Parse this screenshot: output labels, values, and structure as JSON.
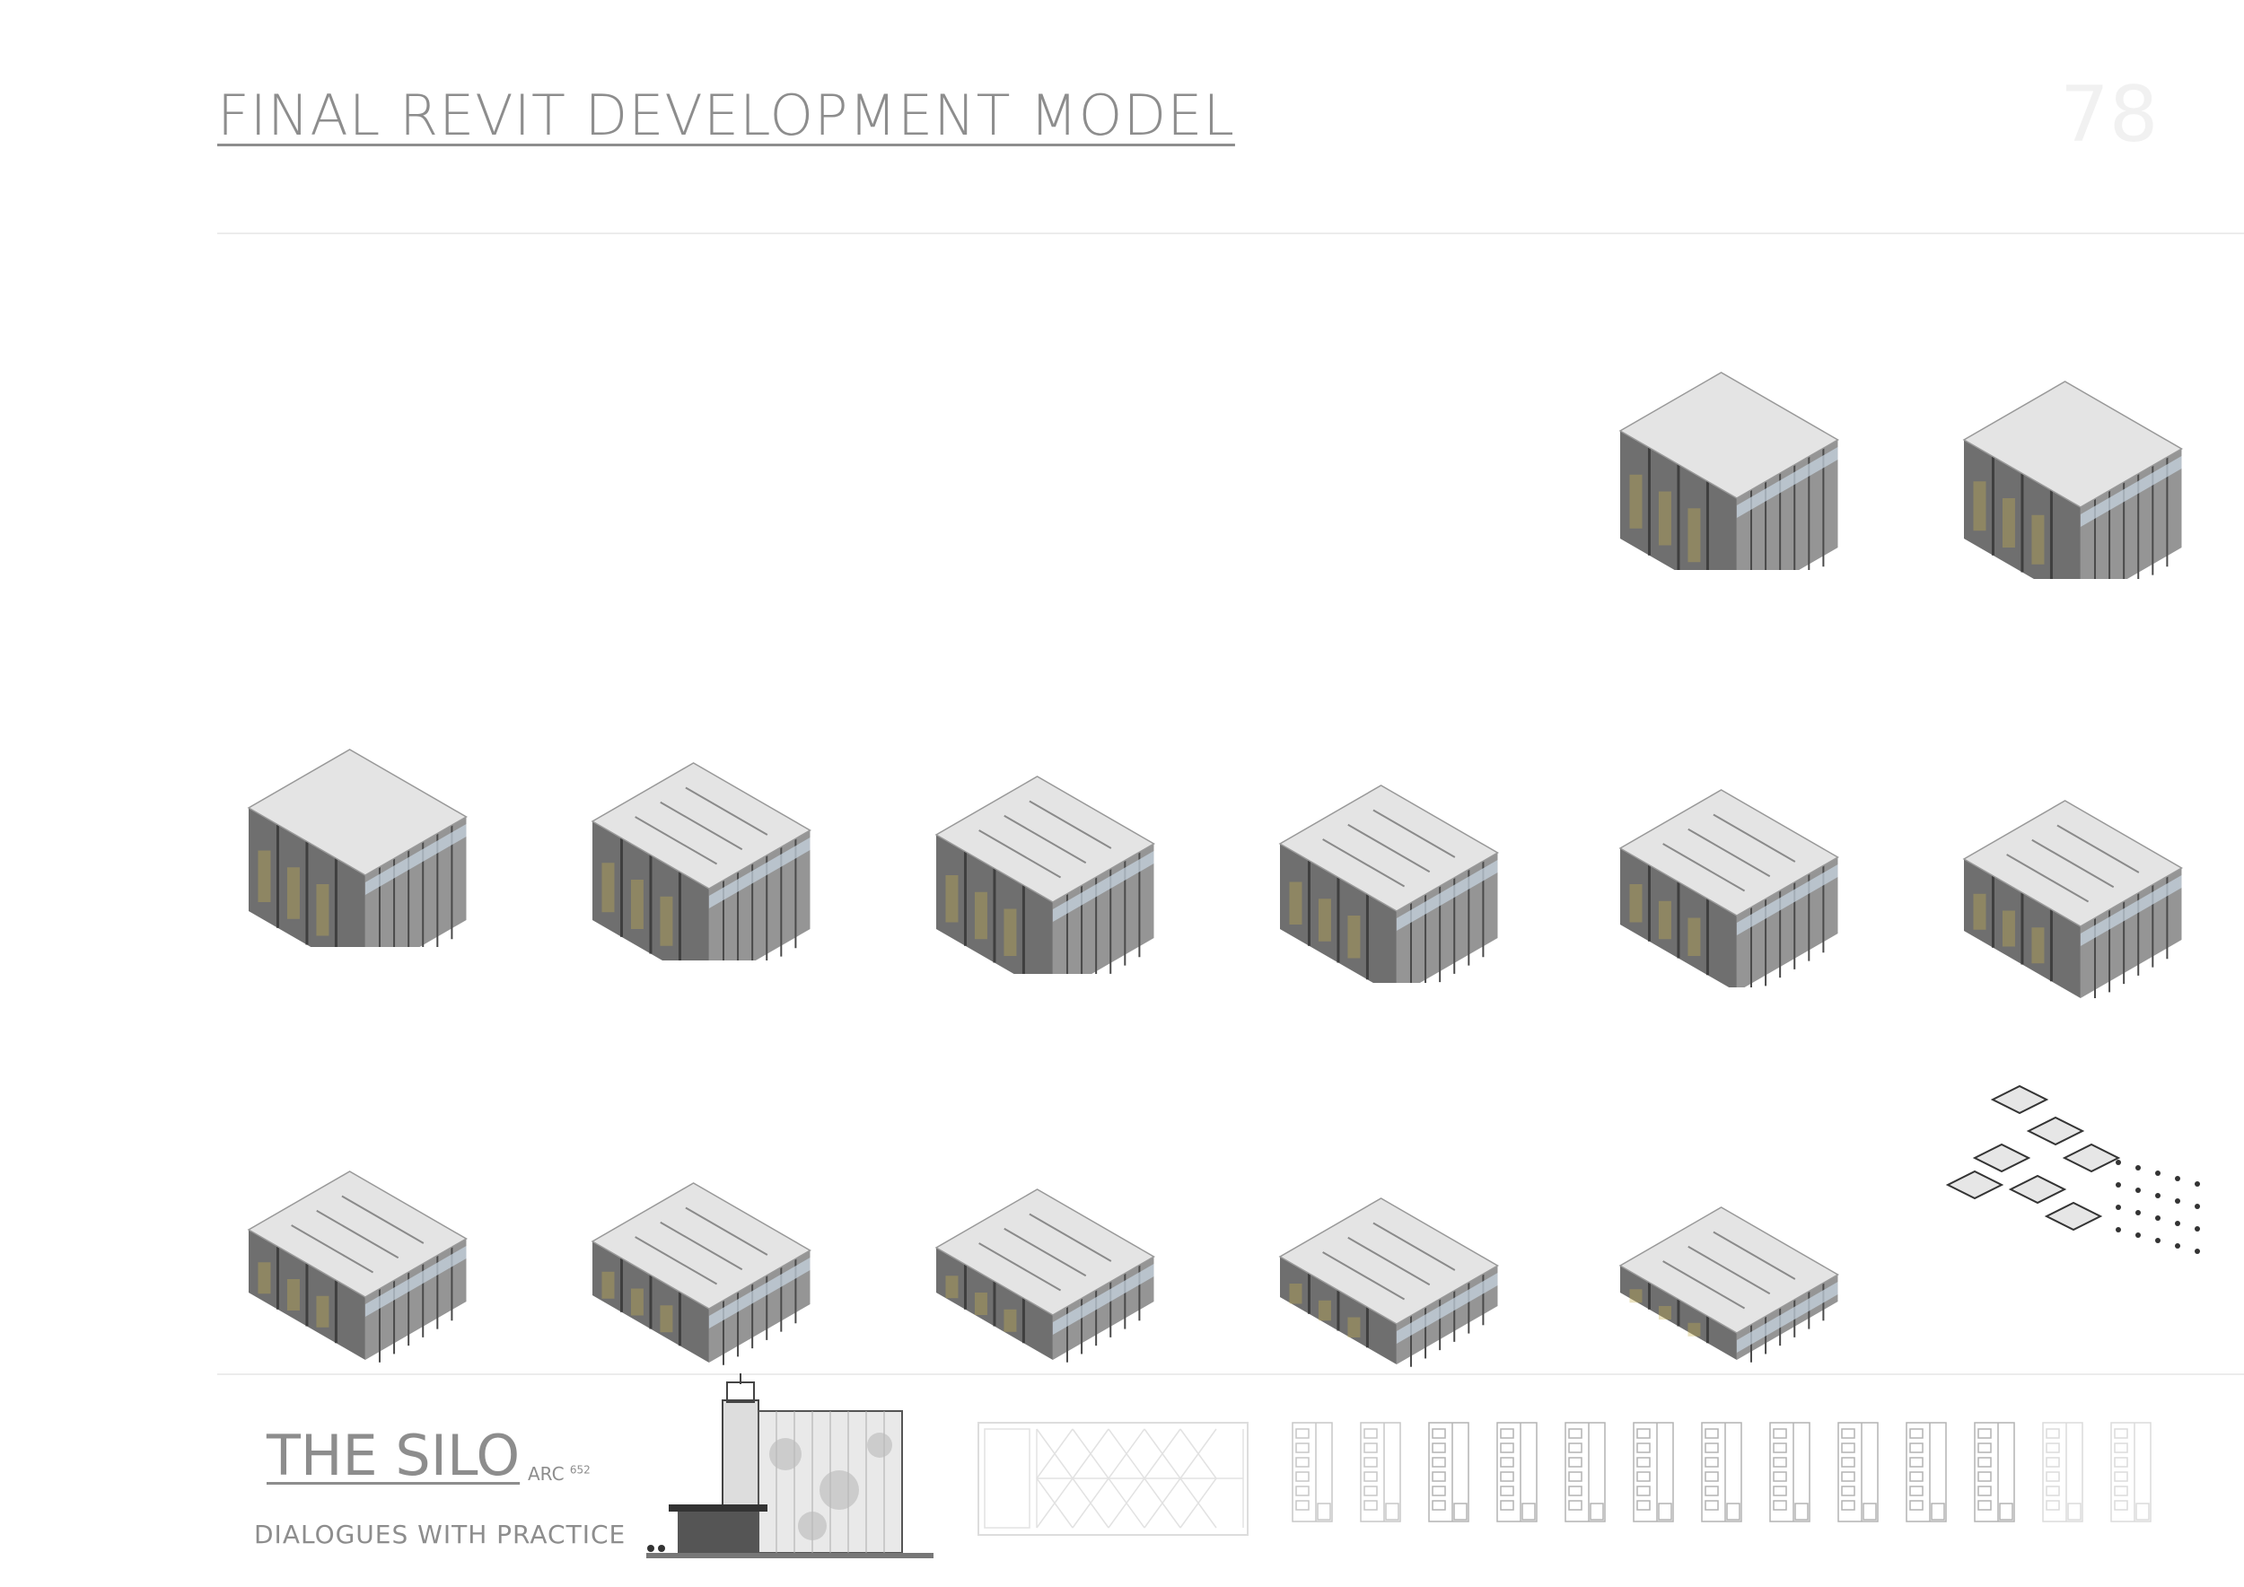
{
  "header": {
    "title": "FINAL REVIT DEVELOPMENT MODEL",
    "page_number": "78"
  },
  "footer": {
    "project_title": "THE SILO",
    "course_prefix": "ARC",
    "course_number": "652",
    "subtitle": "DIALOGUES WITH PRACTICE"
  },
  "colors": {
    "model_top": "#e4e4e4",
    "model_left": "#6f6f6f",
    "model_right": "#959595",
    "glass": "#c9d7e4",
    "accent": "#c8b24e"
  }
}
